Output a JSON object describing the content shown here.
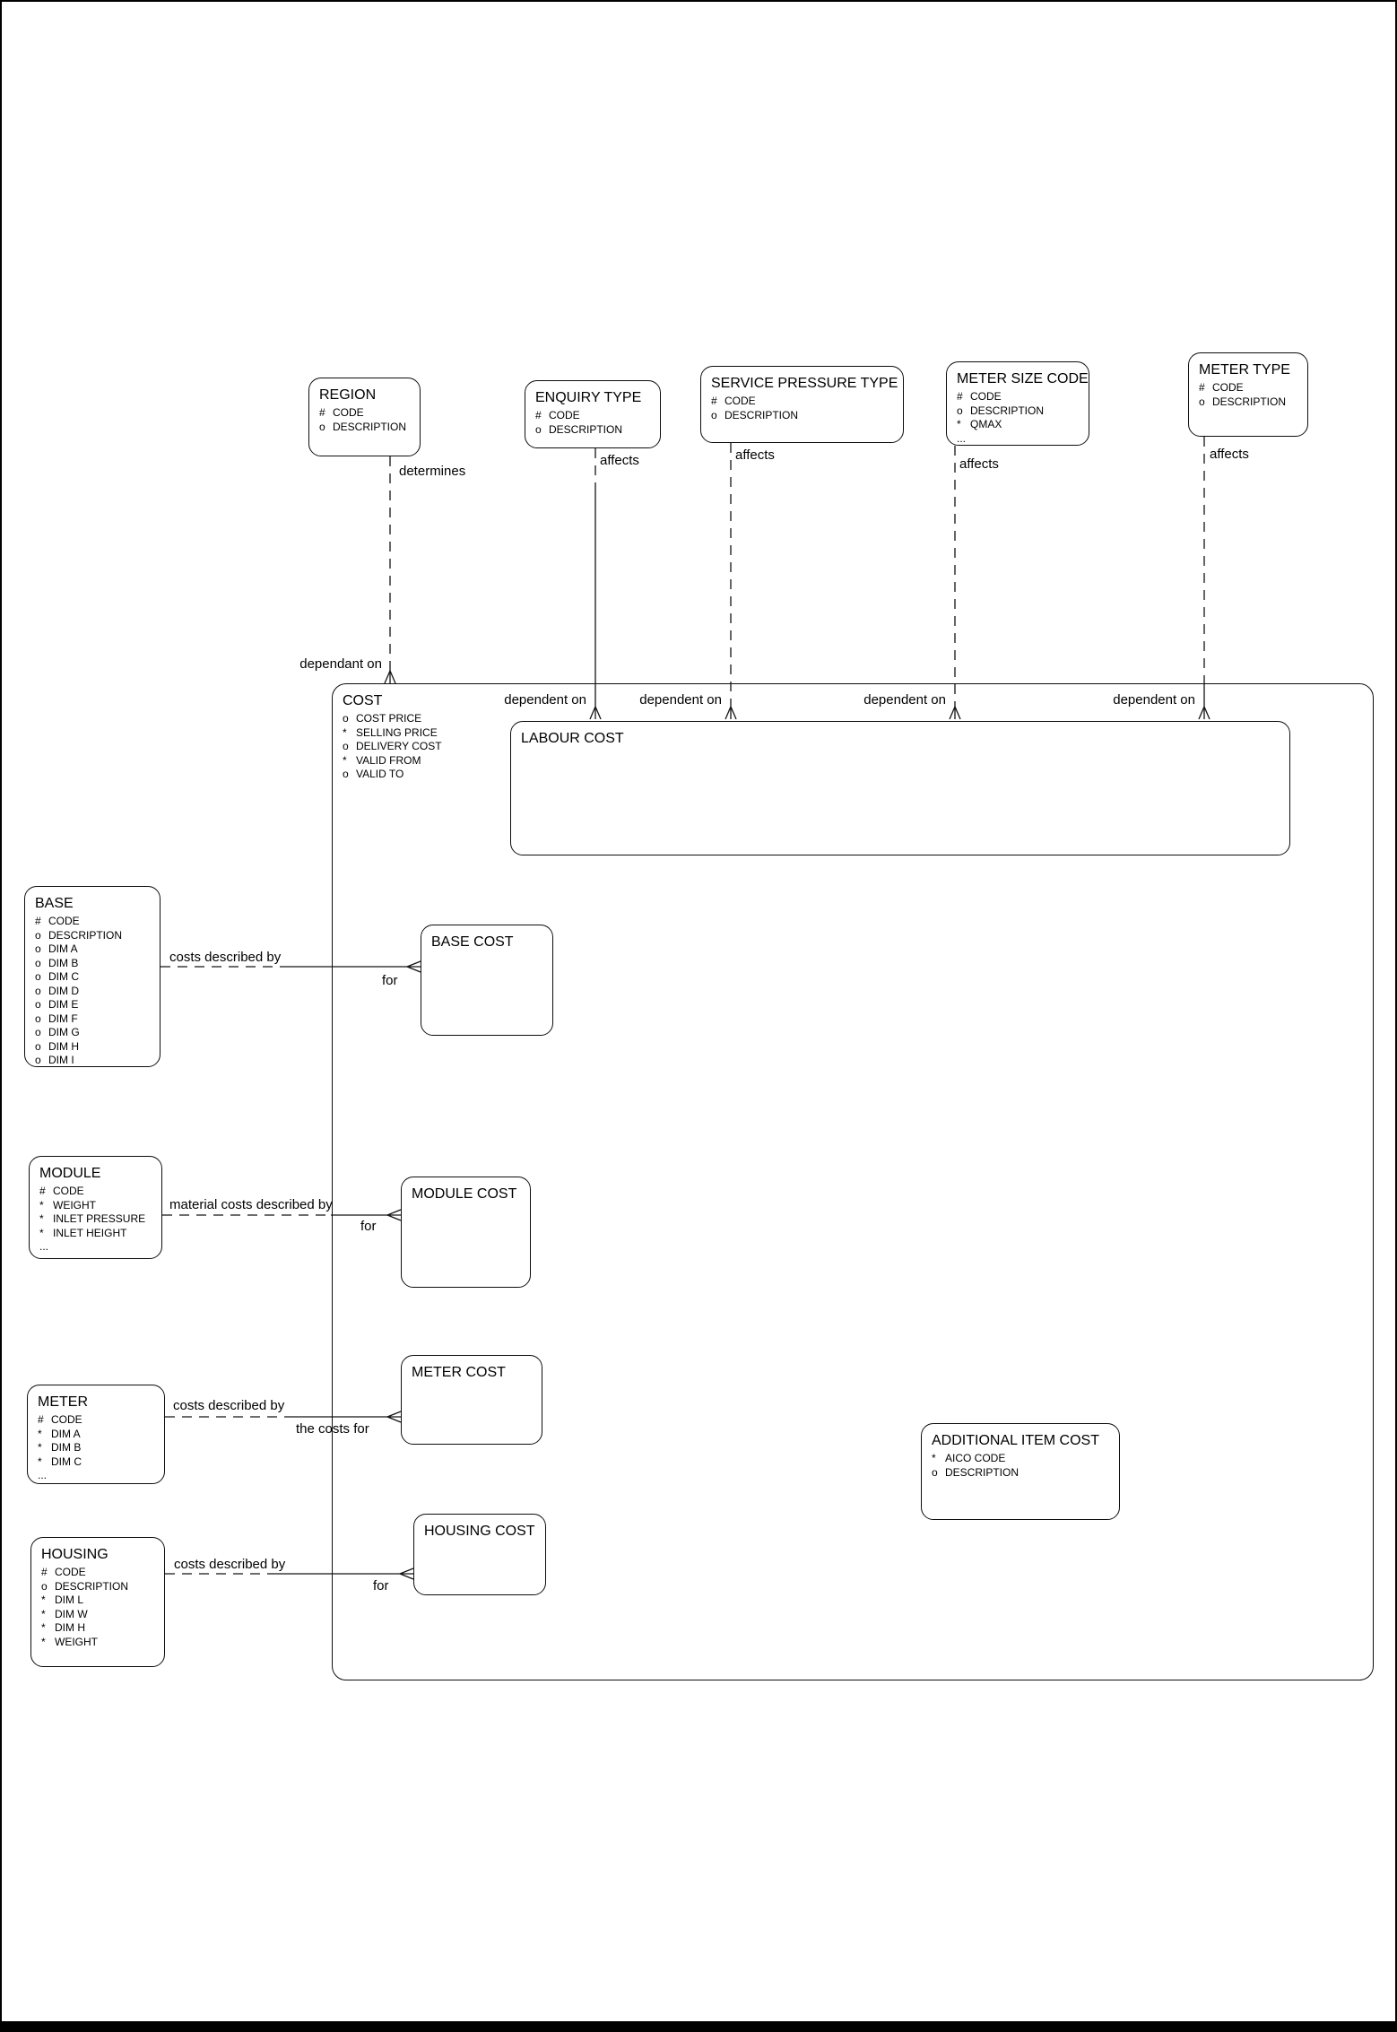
{
  "diagram": {
    "entities": {
      "region": {
        "title": "REGION",
        "attributes": [
          {
            "prefix": "#",
            "name": "CODE"
          },
          {
            "prefix": "o",
            "name": "DESCRIPTION"
          }
        ]
      },
      "enquiry_type": {
        "title": "ENQUIRY TYPE",
        "attributes": [
          {
            "prefix": "#",
            "name": "CODE"
          },
          {
            "prefix": "o",
            "name": "DESCRIPTION"
          }
        ]
      },
      "service_pressure_type": {
        "title": "SERVICE PRESSURE TYPE",
        "attributes": [
          {
            "prefix": "#",
            "name": "CODE"
          },
          {
            "prefix": "o",
            "name": "DESCRIPTION"
          }
        ]
      },
      "meter_size_code": {
        "title": "METER SIZE CODE",
        "attributes": [
          {
            "prefix": "#",
            "name": "CODE"
          },
          {
            "prefix": "o",
            "name": "DESCRIPTION"
          },
          {
            "prefix": "*",
            "name": "QMAX"
          },
          {
            "prefix": "...",
            "name": ""
          }
        ]
      },
      "meter_type": {
        "title": "METER TYPE",
        "attributes": [
          {
            "prefix": "#",
            "name": "CODE"
          },
          {
            "prefix": "o",
            "name": "DESCRIPTION"
          }
        ]
      },
      "cost": {
        "title": "COST",
        "attributes": [
          {
            "prefix": "o",
            "name": "COST PRICE"
          },
          {
            "prefix": "*",
            "name": "SELLING PRICE"
          },
          {
            "prefix": "o",
            "name": "DELIVERY COST"
          },
          {
            "prefix": "*",
            "name": "VALID FROM"
          },
          {
            "prefix": "o",
            "name": "VALID TO"
          }
        ]
      },
      "labour_cost": {
        "title": "LABOUR COST"
      },
      "base": {
        "title": "BASE",
        "attributes": [
          {
            "prefix": "#",
            "name": "CODE"
          },
          {
            "prefix": "o",
            "name": "DESCRIPTION"
          },
          {
            "prefix": "o",
            "name": "DIM A"
          },
          {
            "prefix": "o",
            "name": "DIM B"
          },
          {
            "prefix": "o",
            "name": "DIM C"
          },
          {
            "prefix": "o",
            "name": "DIM D"
          },
          {
            "prefix": "o",
            "name": "DIM E"
          },
          {
            "prefix": "o",
            "name": "DIM F"
          },
          {
            "prefix": "o",
            "name": "DIM G"
          },
          {
            "prefix": "o",
            "name": "DIM H"
          },
          {
            "prefix": "o",
            "name": "DIM I"
          }
        ]
      },
      "base_cost": {
        "title": "BASE COST"
      },
      "module": {
        "title": "MODULE",
        "attributes": [
          {
            "prefix": "#",
            "name": "CODE"
          },
          {
            "prefix": "*",
            "name": "WEIGHT"
          },
          {
            "prefix": "*",
            "name": "INLET PRESSURE"
          },
          {
            "prefix": "*",
            "name": "INLET HEIGHT"
          },
          {
            "prefix": "...",
            "name": ""
          }
        ]
      },
      "module_cost": {
        "title": "MODULE COST"
      },
      "meter": {
        "title": "METER",
        "attributes": [
          {
            "prefix": "#",
            "name": "CODE"
          },
          {
            "prefix": "*",
            "name": "DIM A"
          },
          {
            "prefix": "*",
            "name": "DIM B"
          },
          {
            "prefix": "*",
            "name": "DIM C"
          },
          {
            "prefix": "...",
            "name": ""
          }
        ]
      },
      "meter_cost": {
        "title": "METER COST"
      },
      "housing": {
        "title": "HOUSING",
        "attributes": [
          {
            "prefix": "#",
            "name": "CODE"
          },
          {
            "prefix": "o",
            "name": "DESCRIPTION"
          },
          {
            "prefix": "*",
            "name": "DIM L"
          },
          {
            "prefix": "*",
            "name": "DIM W"
          },
          {
            "prefix": "*",
            "name": "DIM H"
          },
          {
            "prefix": "*",
            "name": "WEIGHT"
          }
        ]
      },
      "housing_cost": {
        "title": "HOUSING COST"
      },
      "additional_item_cost": {
        "title": "ADDITIONAL ITEM COST",
        "attributes": [
          {
            "prefix": "*",
            "name": "AICO CODE"
          },
          {
            "prefix": "o",
            "name": "DESCRIPTION"
          }
        ]
      }
    },
    "relationships": {
      "determines": "determines",
      "dependant_on": "dependant on",
      "affects_enquiry": "affects",
      "affects_service": "affects",
      "affects_meter_size": "affects",
      "affects_meter_type": "affects",
      "dependent_on_enquiry": "dependent on",
      "dependent_on_service": "dependent on",
      "dependent_on_meter_size": "dependent on",
      "dependent_on_meter_type": "dependent on",
      "base_costs_described_by": "costs described by",
      "base_for": "for",
      "module_costs_described_by": "material costs described by",
      "module_for": "for",
      "meter_costs_described_by": "costs described by",
      "meter_the_costs_for": "the costs for",
      "housing_costs_described_by": "costs described by",
      "housing_for": "for"
    }
  }
}
